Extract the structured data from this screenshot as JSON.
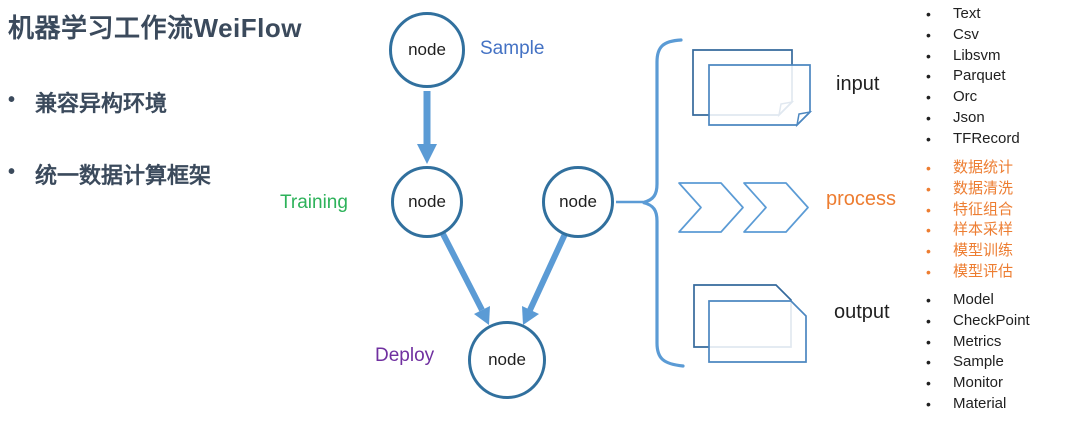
{
  "title": "机器学习工作流WeiFlow",
  "bullets": [
    "兼容异构环境",
    "统一数据计算框架"
  ],
  "diagram": {
    "node_label": "node",
    "labels": {
      "sample": "Sample",
      "training": "Training",
      "deploy": "Deploy"
    }
  },
  "groups": [
    {
      "label": "input",
      "icon": "documents-icon",
      "items": [
        "Text",
        "Csv",
        "Libsvm",
        "Parquet",
        "Orc",
        "Json",
        "TFRecord"
      ]
    },
    {
      "label": "process",
      "icon": "chevrons-icon",
      "items": [
        "数据统计",
        "数据清洗",
        "特征组合",
        "样本采样",
        "模型训练",
        "模型评估"
      ]
    },
    {
      "label": "output",
      "icon": "documents-icon",
      "items": [
        "Model",
        "CheckPoint",
        "Metrics",
        "Sample",
        "Monitor",
        "Material"
      ]
    }
  ],
  "colors": {
    "title_text": "#3b4a5c",
    "arrow_blue": "#5b9bd5",
    "node_stroke": "#31709e",
    "sample_label": "#4472c4",
    "training_label": "#2db25a",
    "deploy_label": "#7030a0",
    "process_orange": "#ed7d31",
    "list_text": "#212121",
    "doc_stroke_back": "#35699c",
    "doc_stroke_front": "#4c87c0"
  }
}
